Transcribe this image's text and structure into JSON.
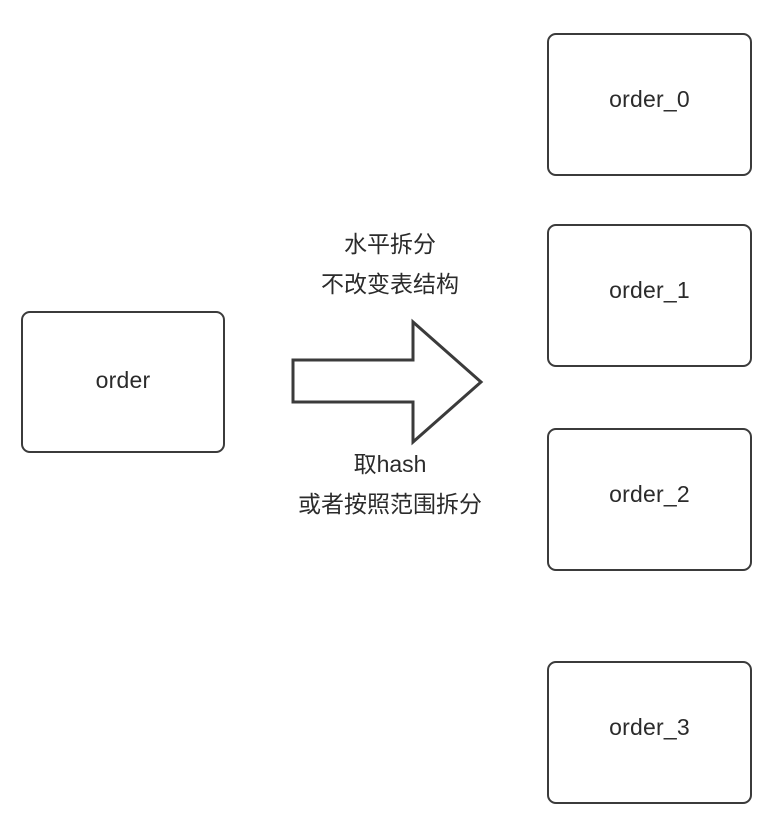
{
  "diagram": {
    "title": "horizontal-sharding-diagram",
    "colors": {
      "background": "#ffffff",
      "stroke": "#3b3b3b",
      "text": "#2b2b2b"
    },
    "source_node": {
      "label": "order"
    },
    "shard_nodes": [
      {
        "label": "order_0"
      },
      {
        "label": "order_1"
      },
      {
        "label": "order_2"
      },
      {
        "label": "order_3"
      }
    ],
    "arrow": {
      "direction": "right",
      "icon": "block-arrow-right-icon"
    },
    "caption_above": {
      "line1": "水平拆分",
      "line2": "不改变表结构"
    },
    "caption_below": {
      "line1": "取hash",
      "line2": "或者按照范围拆分"
    }
  }
}
